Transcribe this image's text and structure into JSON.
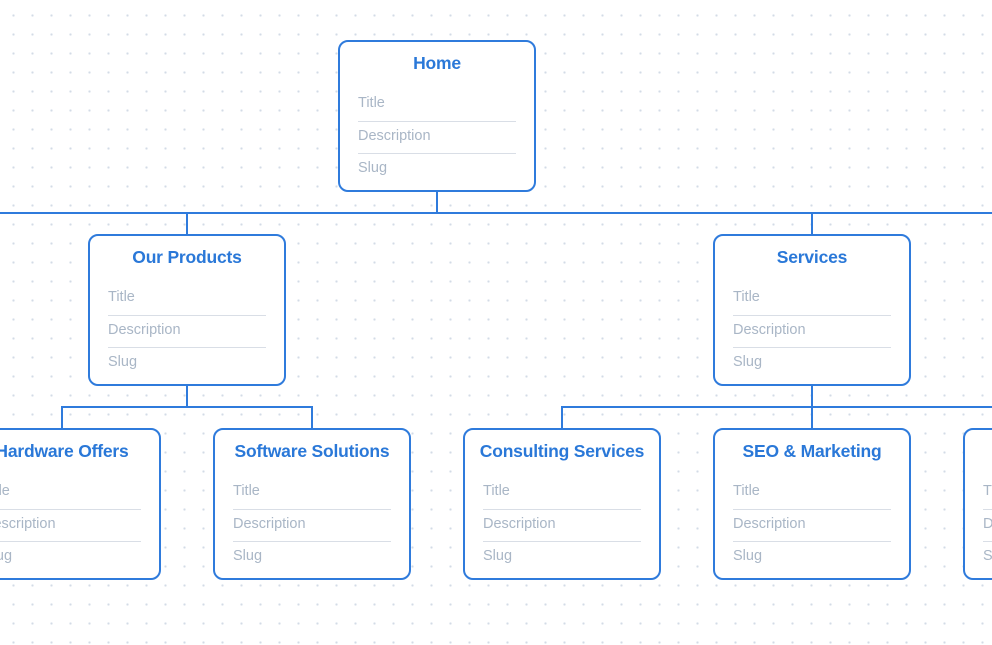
{
  "diagram": {
    "type": "sitemap",
    "colors": {
      "accent": "#2f7bdc",
      "title_text": "#2a78d8",
      "field_text": "#a9b6c6",
      "divider": "#d9dee6",
      "grid_dot": "#d3dbe6",
      "background": "#ffffff"
    },
    "nodes": [
      {
        "id": "home",
        "title": "Home",
        "parent": null,
        "fields": [
          "Title",
          "Description",
          "Slug"
        ]
      },
      {
        "id": "our-products",
        "title": "Our Products",
        "parent": "home",
        "fields": [
          "Title",
          "Description",
          "Slug"
        ]
      },
      {
        "id": "services",
        "title": "Services",
        "parent": "home",
        "fields": [
          "Title",
          "Description",
          "Slug"
        ]
      },
      {
        "id": "hardware-offers",
        "title": "Hardware Offers",
        "parent": "our-products",
        "fields": [
          "Title",
          "Description",
          "Slug"
        ]
      },
      {
        "id": "software-solutions",
        "title": "Software Solutions",
        "parent": "our-products",
        "fields": [
          "Title",
          "Description",
          "Slug"
        ]
      },
      {
        "id": "consulting-services",
        "title": "Consulting Services",
        "parent": "services",
        "fields": [
          "Title",
          "Description",
          "Slug"
        ]
      },
      {
        "id": "seo-marketing",
        "title": "SEO & Marketing",
        "parent": "services",
        "fields": [
          "Title",
          "Description",
          "Slug"
        ]
      },
      {
        "id": "w-cut-off",
        "title": "W",
        "parent": "services",
        "fields": [
          "Title",
          "Description",
          "Slug"
        ]
      }
    ]
  }
}
